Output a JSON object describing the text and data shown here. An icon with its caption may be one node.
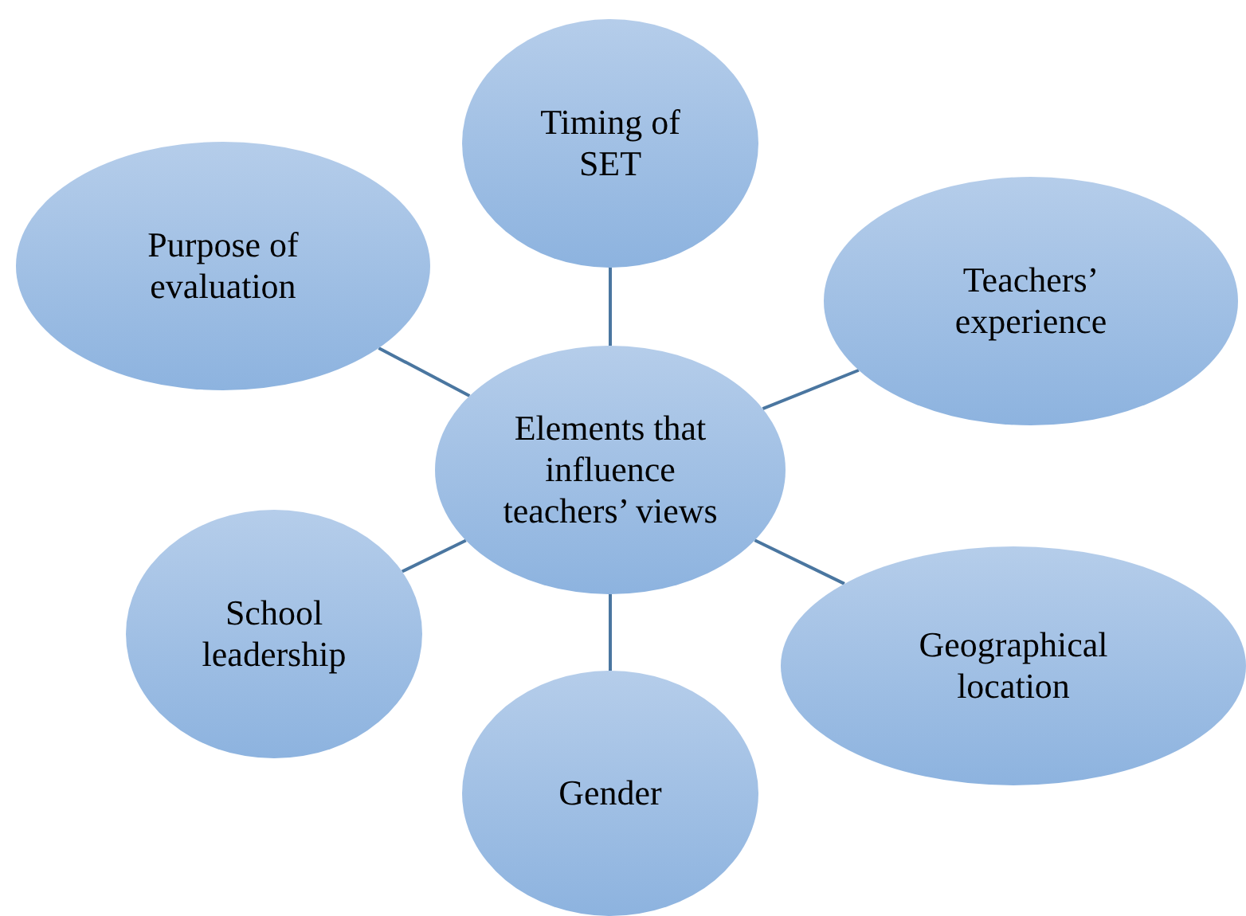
{
  "diagram": {
    "nodes": [
      {
        "text": [
          "Elements that influence teachers’ views"
        ]
      },
      {
        "text": [
          "Timing of SET"
        ]
      },
      {
        "text": [
          "Purpose of evaluation"
        ]
      },
      {
        "text": [
          "Teachers’ experience"
        ]
      },
      {
        "text": [
          "School leadership"
        ]
      },
      {
        "text": [
          "Gender"
        ]
      },
      {
        "text": [
          "Geographical location"
        ]
      }
    ],
    "edges": [
      {
        "from": 0,
        "to": 1,
        "arrow": "none"
      },
      {
        "from": 0,
        "to": 2,
        "arrow": "none"
      },
      {
        "from": 0,
        "to": 3,
        "arrow": "none"
      },
      {
        "from": 0,
        "to": 4,
        "arrow": "none"
      },
      {
        "from": 0,
        "to": 5,
        "arrow": "none"
      },
      {
        "from": 0,
        "to": 6,
        "arrow": "none"
      }
    ]
  }
}
